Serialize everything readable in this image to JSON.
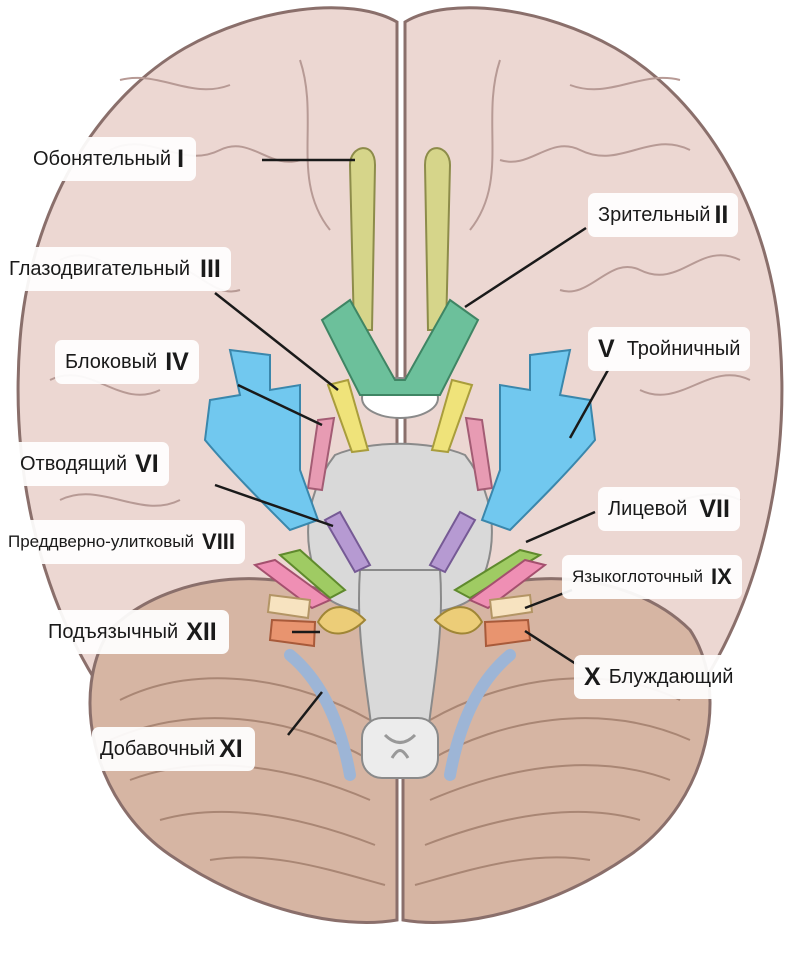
{
  "colors": {
    "cerebrum": "#ecd7d2",
    "cerebrum_outline": "#8a6f6b",
    "cerebellum": "#d6b5a3",
    "brainstem": "#d9d9d9",
    "nerve_I": "#d6d58a",
    "nerve_II": "#6cc09b",
    "nerve_III": "#efe37a",
    "nerve_IV": "#e79bb3",
    "nerve_V": "#71c8ef",
    "nerve_VI": "#b69ad2",
    "nerve_VII": "#9fcb63",
    "nerve_VIII": "#ef8fb4",
    "nerve_IX": "#f7e3c0",
    "nerve_X": "#e8946f",
    "nerve_XI": "#9db5d6",
    "nerve_XII": "#eccd78"
  },
  "labels": {
    "n1": {
      "name": "Обонятельный",
      "numeral": "I"
    },
    "n2": {
      "name": "Зрительный",
      "numeral": "II"
    },
    "n3": {
      "name": "Глазодвигательный",
      "numeral": "III"
    },
    "n4": {
      "name": "Блоковый",
      "numeral": "IV"
    },
    "n5": {
      "name": "Тройничный",
      "numeral": "V"
    },
    "n6": {
      "name": "Отводящий",
      "numeral": "VI"
    },
    "n7": {
      "name": "Лицевой",
      "numeral": "VII"
    },
    "n8": {
      "name": "Преддверно-улитковый",
      "numeral": "VIII"
    },
    "n9": {
      "name": "Языкоглоточный",
      "numeral": "IX"
    },
    "n10": {
      "name": "Блуждающий",
      "numeral": "X"
    },
    "n11": {
      "name": "Добавочный",
      "numeral": "XI"
    },
    "n12": {
      "name": "Подъязычный",
      "numeral": "XII"
    }
  }
}
